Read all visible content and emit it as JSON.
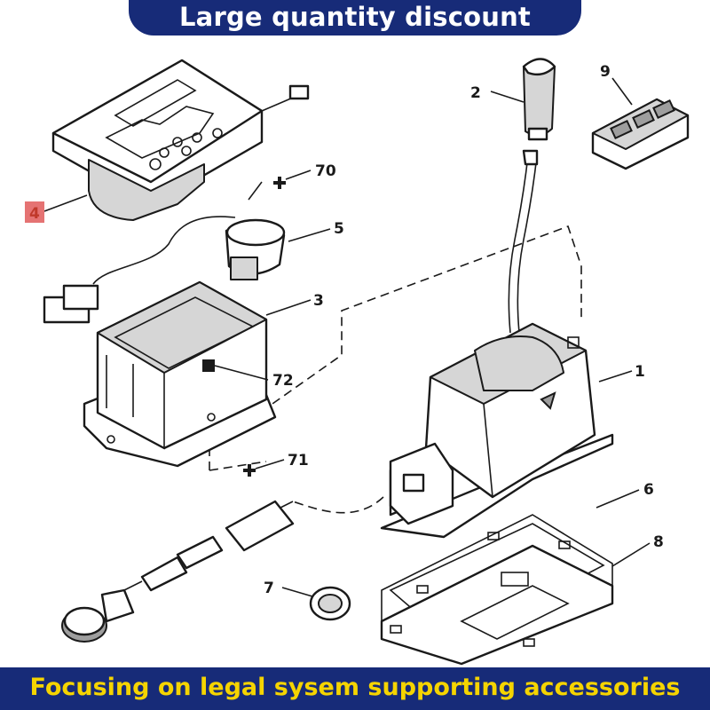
{
  "banner": {
    "top_text": "Large quantity discount",
    "bottom_text": "Focusing on legal sysem supporting accessories",
    "top_color": "#172b78",
    "bottom_text_color": "#f5d400"
  },
  "diagram": {
    "callouts": {
      "c1": "1",
      "c2": "2",
      "c3": "3",
      "c4": "4",
      "c5": "5",
      "c6": "6",
      "c7": "7",
      "c8": "8",
      "c9": "9",
      "c70": "70",
      "c71": "71",
      "c72": "72"
    },
    "highlight_color": "#e57373"
  }
}
